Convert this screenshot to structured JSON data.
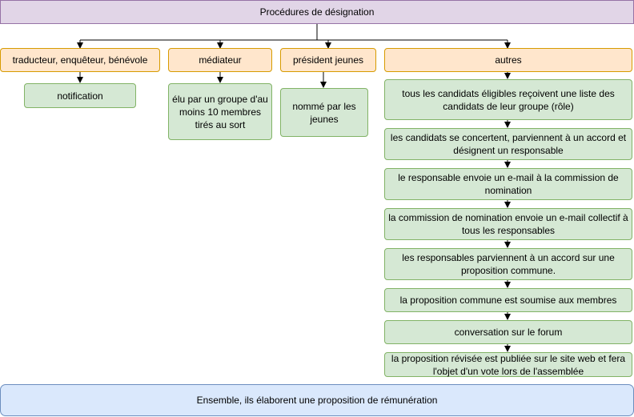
{
  "diagram": {
    "title": "Procédures de désignation",
    "branches": {
      "traducteur": {
        "label": "traducteur, enquêteur, bénévole",
        "step": "notification"
      },
      "mediateur": {
        "label": "médiateur",
        "step": "élu par un groupe d'au moins 10 membres tirés au sort"
      },
      "president_jeunes": {
        "label": "président jeunes",
        "step": "nommé par les jeunes"
      },
      "autres": {
        "label": "autres",
        "steps": [
          "tous les candidats éligibles reçoivent une liste des candidats de leur groupe (rôle)",
          "les candidats se concertent, parviennent à un accord et désignent un responsable",
          "le responsable envoie un e-mail à la commission de nomination",
          "la commission de nomination envoie un e-mail collectif à tous les responsables",
          "les responsables parviennent à un accord sur une proposition commune.",
          "la proposition commune est soumise aux membres",
          "conversation sur le forum",
          "la proposition révisée est publiée sur le site web et fera l'objet d'un vote lors de l'assemblée"
        ]
      }
    },
    "footer": "Ensemble, ils élaborent une proposition de rémunération"
  },
  "colors": {
    "title_fill": "#e1d5e7",
    "branch_fill": "#ffe6cc",
    "step_fill": "#d5e8d4",
    "footer_fill": "#dae8fc"
  }
}
